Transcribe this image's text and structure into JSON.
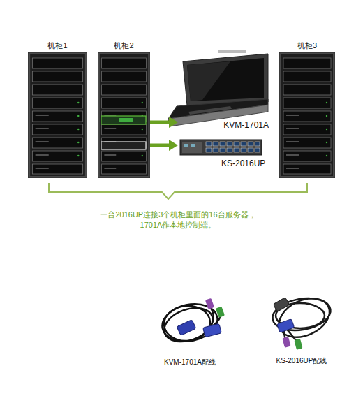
{
  "diagram": {
    "caption": "一台2016UP连接3个机柜里面的16台服务器， 1701A作本地控制端。",
    "nodes": [
      {
        "text": [
          "机柜1"
        ]
      },
      {
        "text": [
          "机柜2"
        ]
      },
      {
        "text": [
          "KVM-1701A"
        ]
      },
      {
        "text": [
          "KS-2016UP"
        ]
      },
      {
        "text": [
          "机柜3"
        ]
      }
    ],
    "edges": [
      {
        "from": 1,
        "to": 2,
        "arrow": "to"
      },
      {
        "from": 1,
        "to": 3,
        "arrow": "to"
      }
    ],
    "labels": [
      "KVM-1701A配线",
      "KS-2016UP配线"
    ]
  }
}
